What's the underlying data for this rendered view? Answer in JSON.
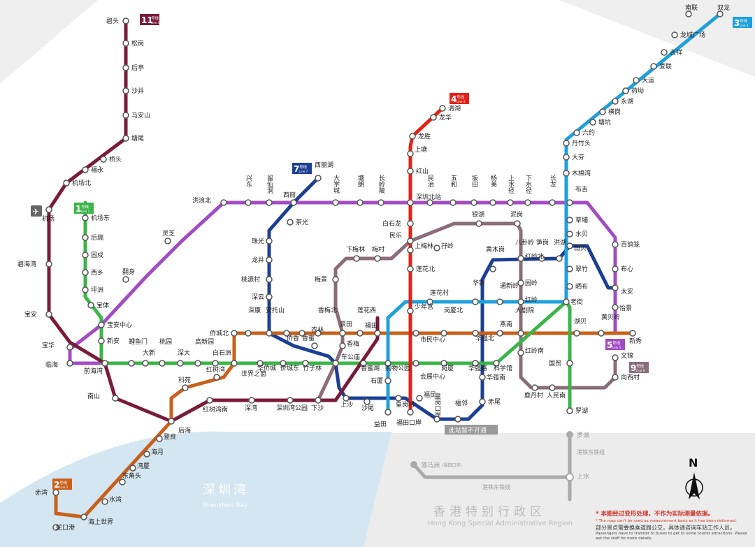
{
  "title": "深圳地铁线路图",
  "colors": {
    "line1": "#3cb44a",
    "line2": "#c8601c",
    "line3": "#1ea0dc",
    "line4": "#e2231a",
    "line5": "#a24cc4",
    "line7": "#1c3f94",
    "line9": "#8a6d78",
    "line11": "#7a1b3a",
    "hk_rail": "#aaaaaa",
    "bay": "#d3e6f1"
  },
  "badges": [
    {
      "line": "line11",
      "num": "11",
      "label": "号线",
      "en": "Line 11"
    },
    {
      "line": "line1",
      "num": "1",
      "label": "号线",
      "en": "Line 1"
    },
    {
      "line": "line7",
      "num": "7",
      "label": "号线",
      "en": "Line 7"
    },
    {
      "line": "line4",
      "num": "4",
      "label": "号线",
      "en": "Line 4"
    },
    {
      "line": "line3",
      "num": "3",
      "label": "号线",
      "en": "Line 3"
    },
    {
      "line": "line5",
      "num": "5",
      "label": "号线",
      "en": "Line 5"
    },
    {
      "line": "line9",
      "num": "9",
      "label": "号线",
      "en": "Line 9"
    },
    {
      "line": "line2",
      "num": "2",
      "label": "号线",
      "en": "Line 2"
    }
  ],
  "stations": [
    "碧头",
    "松岗",
    "后亭",
    "沙井",
    "马安山",
    "塘尾",
    "桥头",
    "福永",
    "机场北",
    "机场",
    "碧海湾",
    "宝安",
    "宝华",
    "临海",
    "前海湾",
    "南山",
    "后海",
    "红树湾南",
    "机场东",
    "后瑞",
    "固戍",
    "西乡",
    "坪洲",
    "宝体",
    "宝安中心",
    "新安",
    "鲤鱼门",
    "大新",
    "桃园",
    "深大",
    "高新园",
    "白石洲",
    "世界之窗",
    "华侨城",
    "侨城东",
    "竹子林",
    "车公庙",
    "香蜜湖",
    "购物公园",
    "会展中心",
    "岗厦",
    "华强路",
    "科学馆",
    "老街",
    "国贸",
    "罗湖",
    "蛇口港",
    "赤湾",
    "海上世界",
    "水湾",
    "东角头",
    "湾厦",
    "海月",
    "登良",
    "科苑",
    "红树湾",
    "侨城北",
    "深康",
    "安托山",
    "侨香",
    "香蜜",
    "香梅北",
    "景田",
    "莲花西",
    "福田",
    "市民中心",
    "岗厦北",
    "华强北",
    "燕南",
    "大剧院",
    "湖贝",
    "黄贝岭",
    "新秀",
    "双龙",
    "南联",
    "龙城广场",
    "吉祥",
    "爱联",
    "大运",
    "荷坳",
    "永湖",
    "横岗",
    "塘坑",
    "六约",
    "丹竹头",
    "大芬",
    "木棉湾",
    "布吉",
    "草埔",
    "水贝",
    "田贝",
    "翠竹",
    "晒布",
    "华新",
    "通新岭",
    "莲花村",
    "少年宫",
    "石厦",
    "益田",
    "清湖",
    "龙华",
    "龙胜",
    "上塘",
    "红山",
    "深圳北站",
    "白石龙",
    "民乐",
    "上梅林",
    "莲花北",
    "福民",
    "福田口岸",
    "翻身",
    "灵芝",
    "洪浪北",
    "兴东",
    "留仙洞",
    "西丽",
    "大学城",
    "塘朗",
    "长岭陂",
    "民治",
    "五和",
    "坂田",
    "杨美",
    "上水径",
    "下水径",
    "长龙",
    "百鸽笼",
    "布心",
    "太安",
    "怡景",
    "西丽湖",
    "茶光",
    "珠光",
    "龙井",
    "桃源村",
    "深云",
    "农林",
    "上沙",
    "沙尾",
    "皇岗村",
    "皇岗口岸",
    "福邻",
    "赤尾",
    "华强南",
    "黄木岗",
    "八卦岭",
    "笋岗",
    "洪湖",
    "深湾",
    "深圳湾公园",
    "下沙",
    "香梅",
    "梅景",
    "下梅林",
    "梅村",
    "孖岭",
    "银湖",
    "泥岗",
    "红岭北",
    "园岭",
    "红岭",
    "红岭南",
    "鹿丹村",
    "人民南",
    "向西村",
    "文锦"
  ],
  "not_open": "此站暂不开通",
  "hk": {
    "stations": [
      "罗湖",
      "上水",
      "落马洲",
      "(福田口岸)"
    ],
    "rail": "港铁东铁线",
    "region_cn": "香港特别行政区",
    "region_en": "Hong Kong Special Administrative Region"
  },
  "bay": {
    "cn": "深圳湾",
    "en": "Shenzhen Bay"
  },
  "compass": "N",
  "notes": {
    "warn_cn": "* 本图经过变形处理，不作为实际测量依据。",
    "warn_en": "*  The map can't be used as measurement basis as it has been deformed.",
    "bus_cn": "部分景点需要换乘道路公交，具体请咨询车站工作人员。",
    "bus_en": "Passengers have to transfer to buses to get to some tourist attractions. Please ask the staff for more details."
  }
}
